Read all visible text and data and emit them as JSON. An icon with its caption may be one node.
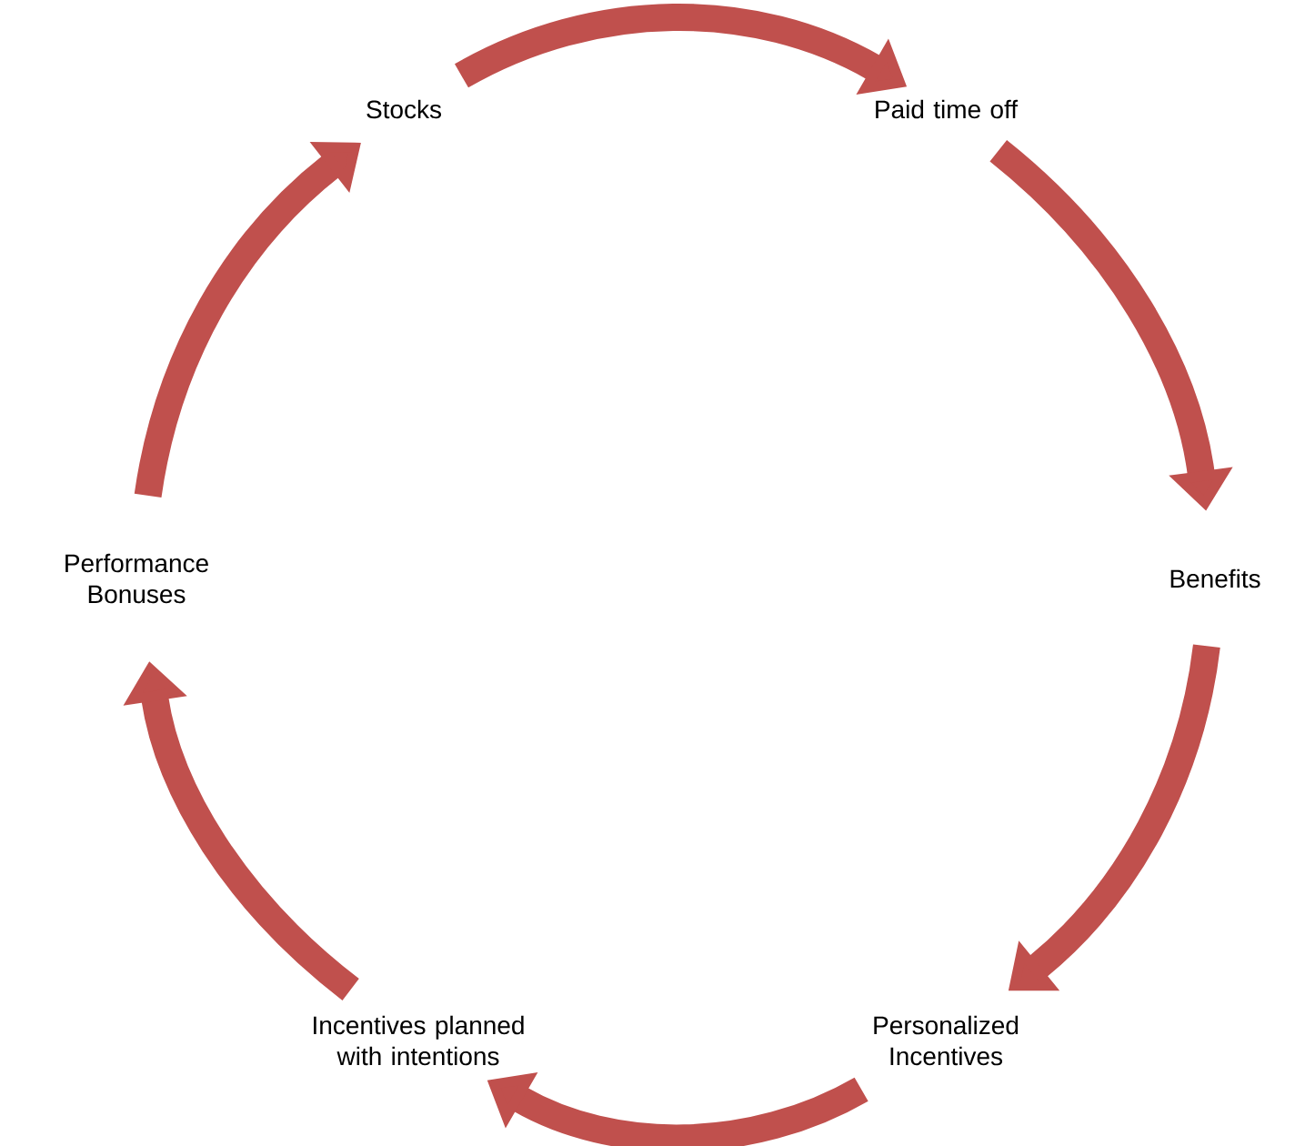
{
  "diagram": {
    "nodes": [
      {
        "text": [
          "Stocks"
        ]
      },
      {
        "text": [
          "Paid time off"
        ]
      },
      {
        "text": [
          "Benefits"
        ]
      },
      {
        "text": [
          "Personalized Incentives"
        ]
      },
      {
        "text": [
          "Incentives planned with intentions"
        ]
      },
      {
        "text": [
          "Performance Bonuses"
        ]
      }
    ],
    "edges": [
      {
        "from": 0,
        "to": 1,
        "arrow": "to"
      },
      {
        "from": 1,
        "to": 2,
        "arrow": "to"
      },
      {
        "from": 2,
        "to": 3,
        "arrow": "to"
      },
      {
        "from": 3,
        "to": 4,
        "arrow": "to"
      },
      {
        "from": 4,
        "to": 5,
        "arrow": "to"
      },
      {
        "from": 5,
        "to": 0,
        "arrow": "to"
      }
    ]
  }
}
